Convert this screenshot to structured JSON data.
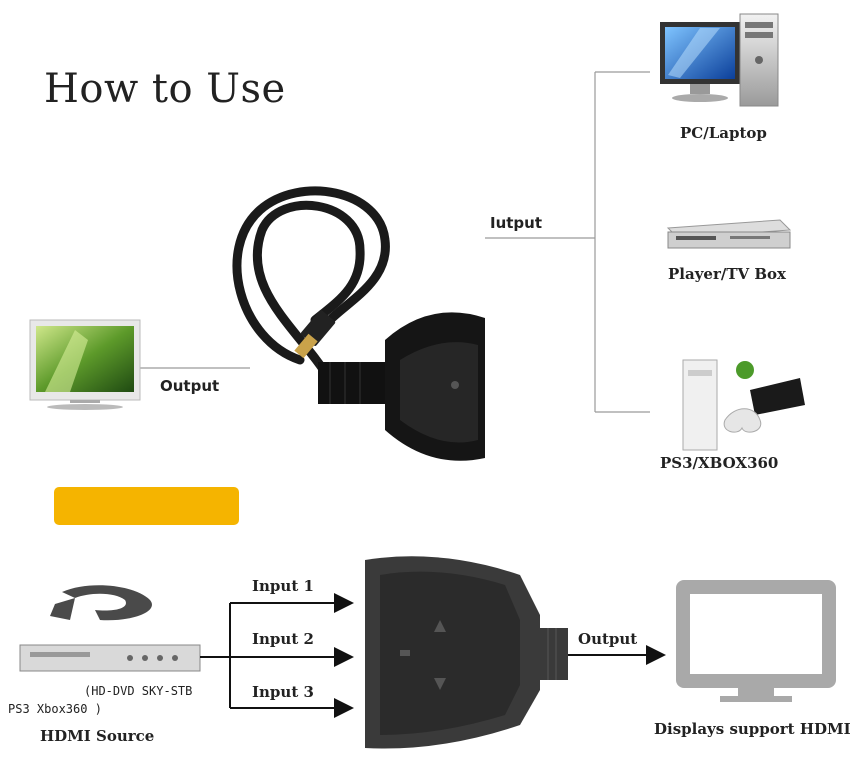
{
  "title": "How to Use",
  "top_diagram": {
    "output_label": "Output",
    "input_label": "Iutput",
    "devices": [
      {
        "label": "PC/Laptop",
        "icon": "pc-icon"
      },
      {
        "label": "Player/TV Box",
        "icon": "player-icon"
      },
      {
        "label": "PS3/XBOX360",
        "icon": "console-icon"
      }
    ],
    "tv_icon": "tv-icon",
    "switch_icon": "hdmi-switch-icon"
  },
  "highlight_color": "#f5b400",
  "bottom_diagram": {
    "inputs": [
      "Input 1",
      "Input 2",
      "Input 3"
    ],
    "output_label": "Output",
    "source_note_line1": "(HD-DVD SKY-STB",
    "source_note_line2": "PS3 Xbox360 )",
    "source_label": "HDMI Source",
    "display_label": "Displays support HDMI",
    "source_icon": "bluray-player-icon",
    "display_icon": "monitor-icon"
  }
}
